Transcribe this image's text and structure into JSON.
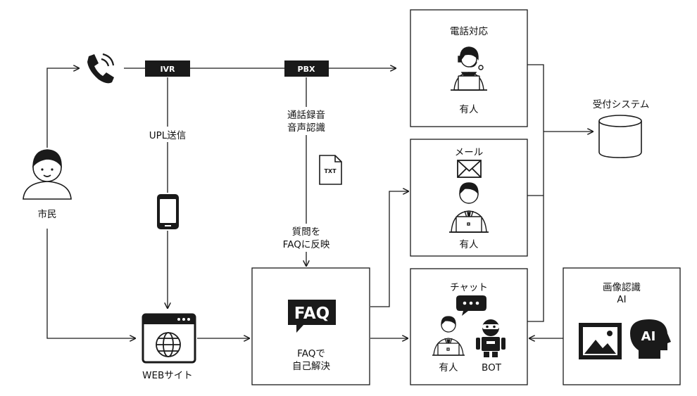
{
  "nodes": {
    "citizen": "市民",
    "ivr": "IVR",
    "pbx": "PBX",
    "upl": "UPL送信",
    "rec_line1": "通話録音",
    "rec_line2": "音声認識",
    "txt": "TXT",
    "question_line1": "質問を",
    "question_line2": "FAQに反映",
    "website": "WEBサイト",
    "faq_logo": "FAQ",
    "faq_line1": "FAQで",
    "faq_line2": "自己解決",
    "phone_title": "電話対応",
    "phone_staff": "有人",
    "mail_title": "メール",
    "mail_staff": "有人",
    "chat_title": "チャット",
    "chat_staff": "有人",
    "chat_bot": "BOT",
    "reception": "受付システム",
    "image_ai_line1": "画像認識",
    "image_ai_line2": "AI",
    "ai_head": "AI"
  },
  "icons": [
    "person-icon",
    "phone-handset-icon",
    "smartphone-icon",
    "txt-file-icon",
    "browser-globe-icon",
    "faq-speech-icon",
    "operator-headset-icon",
    "envelope-icon",
    "office-worker-icon",
    "chat-bubble-icon",
    "robot-icon",
    "database-icon",
    "image-icon",
    "ai-head-icon"
  ],
  "colors": {
    "ink": "#1a1a1a",
    "background": "#ffffff"
  }
}
